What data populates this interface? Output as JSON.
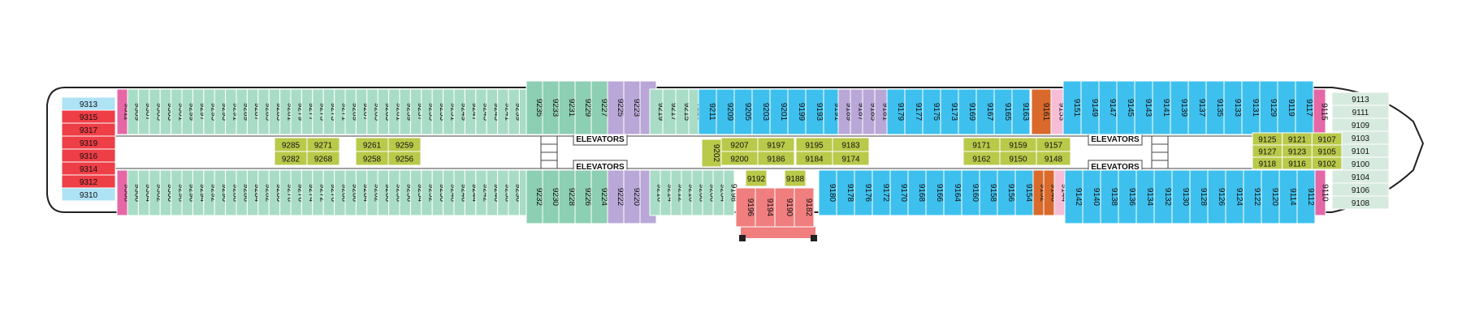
{
  "labels": {
    "elevators": "ELEVATORS"
  },
  "colors": {
    "teal": "#a8dcc6",
    "teal_dark": "#8ccfb2",
    "blue": "#3ec0ee",
    "purple": "#b9a7d8",
    "olive": "#b9c94a",
    "pink": "#e567a6",
    "red": "#ee3e46",
    "light_red": "#f4989a",
    "light_blue": "#aee2f5",
    "orange": "#d96a2c",
    "salmon": "#f07e7e",
    "light_pink": "#f6bed6",
    "pale_green": "#d7eadf"
  },
  "cabins": {
    "top_teal": [
      "9309",
      "9307",
      "9305",
      "9303",
      "9301",
      "9299",
      "9297",
      "9295",
      "9293",
      "9291",
      "9289",
      "9287",
      "9285",
      "9283",
      "9281",
      "9279",
      "9277",
      "9275",
      "9273",
      "9271",
      "9269",
      "9267",
      "9265",
      "9263",
      "9261",
      "9259",
      "9257",
      "9255",
      "9253",
      "9251",
      "9249",
      "9247",
      "9245",
      "9243",
      "9241",
      "9239",
      "9237"
    ],
    "top_teal_mid": [
      "9235",
      "9233",
      "9231",
      "9229",
      "9227"
    ],
    "top_purple": [
      "9225",
      "9223",
      "9221"
    ],
    "top_teal_small": [
      "9219",
      "9217",
      "9215",
      "9213"
    ],
    "top_blue_a": [
      "9211",
      "9209",
      "9205",
      "9203",
      "9201",
      "9199",
      "9193",
      "9191"
    ],
    "top_purple_b": [
      "9189",
      "9187",
      "9185",
      "9181"
    ],
    "top_blue_b": [
      "9179",
      "9177",
      "9175",
      "9173",
      "9169",
      "9167",
      "9165",
      "9163"
    ],
    "top_orange": [
      "9161"
    ],
    "top_light_pink": [
      "9153"
    ],
    "top_blue_c": [
      "9151",
      "9149",
      "9147",
      "9145",
      "9143",
      "9141",
      "9139",
      "9137",
      "9135",
      "9133",
      "9131",
      "9129",
      "9119",
      "9117"
    ],
    "top_pink_end": [
      "9115"
    ],
    "top_pink_start": [
      "9311"
    ],
    "bot_pink_start": [
      "9308"
    ],
    "bot_teal": [
      "9306",
      "9304",
      "9302",
      "9300",
      "9298",
      "9296",
      "9294",
      "9292",
      "9290",
      "9288",
      "9286",
      "9284",
      "9282",
      "9280",
      "9278",
      "9276",
      "9274",
      "9272",
      "9270",
      "9268",
      "9266",
      "9264",
      "9262",
      "9260",
      "9258",
      "9256",
      "9254",
      "9252",
      "9250",
      "9248",
      "9246",
      "9244",
      "9242",
      "9240",
      "9238",
      "9236",
      "9234"
    ],
    "bot_teal_mid": [
      "9232",
      "9230",
      "9228",
      "9226",
      "9224"
    ],
    "bot_purple": [
      "9222",
      "9220",
      "9218"
    ],
    "bot_teal_small": [
      "9216",
      "9214",
      "9212",
      "9210",
      "9208",
      "9206",
      "9204",
      "9198"
    ],
    "bot_salmon": [
      "9196",
      "9194",
      "9190",
      "9182"
    ],
    "bot_olive_small": [
      "9192",
      "9188"
    ],
    "bot_blue_a": [
      "9180",
      "9178",
      "9176",
      "9172",
      "9170",
      "9168",
      "9166",
      "9164",
      "9160",
      "9158",
      "9156",
      "9154"
    ],
    "bot_orange": [
      "9152",
      "9146"
    ],
    "bot_light_pink": [
      "9144"
    ],
    "bot_blue_b": [
      "9142",
      "9140",
      "9138",
      "9136",
      "9134",
      "9132",
      "9130",
      "9128",
      "9126",
      "9124",
      "9122",
      "9120",
      "9114",
      "9112"
    ],
    "bot_pink_end": [
      "9110"
    ],
    "aft_left": [
      "9313",
      "9315",
      "9317",
      "9319",
      "9316",
      "9314",
      "9312",
      "9310"
    ],
    "fwd_right": [
      "9113",
      "9111",
      "9109",
      "9103",
      "9101",
      "9100",
      "9104",
      "9106",
      "9108"
    ],
    "inner_blocks": [
      [
        "9285",
        "9271",
        "9282",
        "9268"
      ],
      [
        "9261",
        "9259",
        "9258",
        "9256"
      ],
      [
        "9207",
        "9197",
        "9200",
        "9186"
      ],
      [
        "9195",
        "9183",
        "9184",
        "9174"
      ],
      [
        "9171",
        "9159",
        "9162",
        "9150"
      ],
      [
        "9157",
        "9148"
      ],
      [
        "9125",
        "9121",
        "9107",
        "9127",
        "9123",
        "9105",
        "9118",
        "9116",
        "9102"
      ],
      [
        "9202"
      ]
    ]
  }
}
